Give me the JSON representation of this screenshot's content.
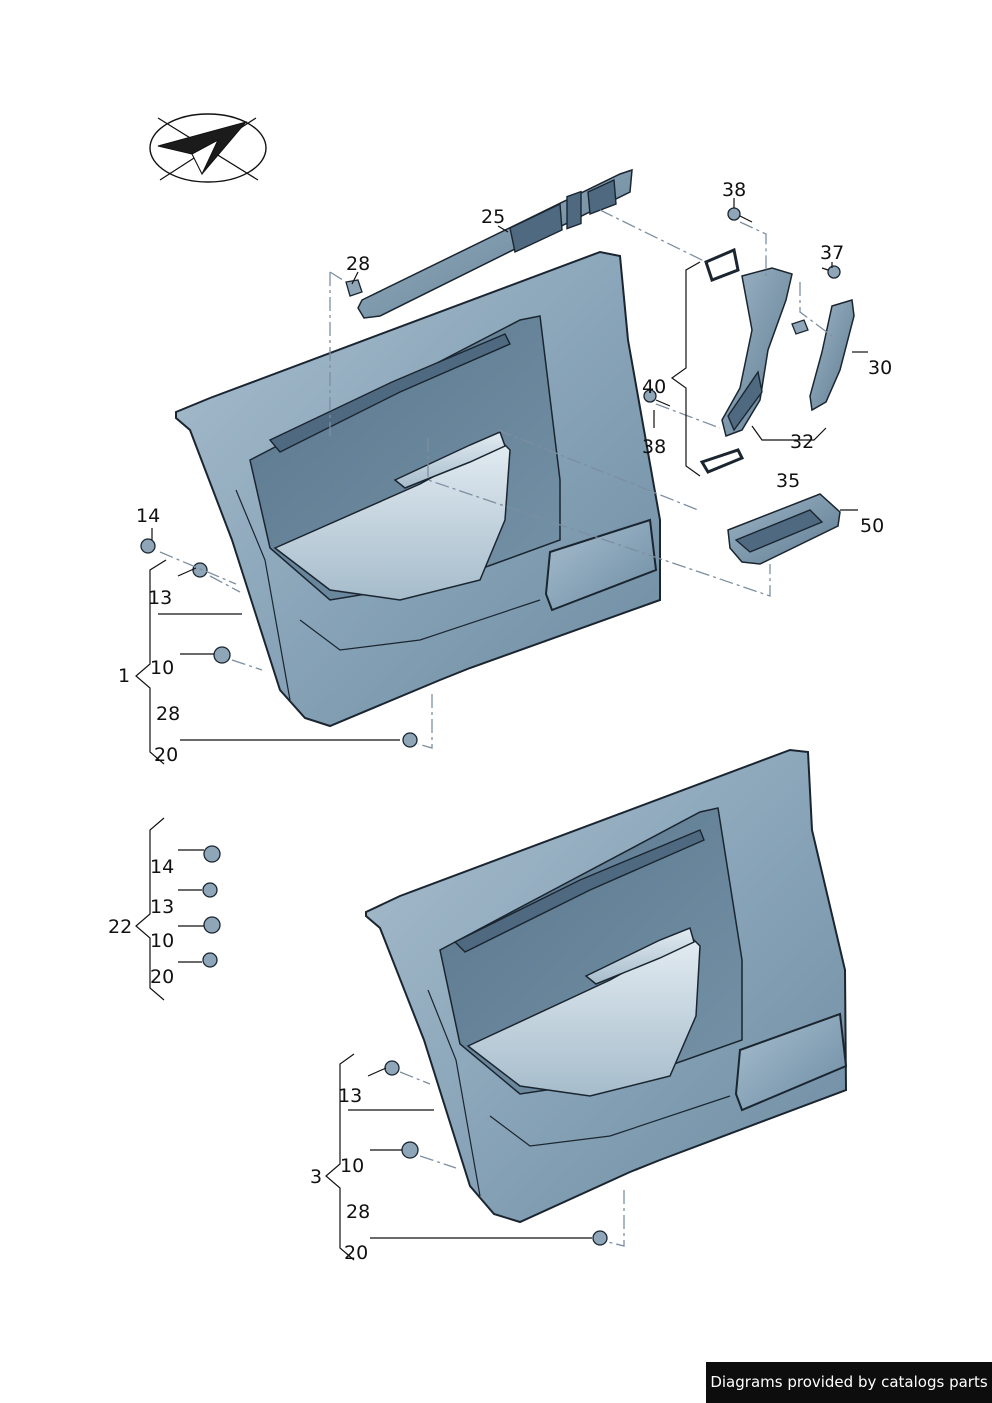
{
  "callouts": {
    "c25": "25",
    "c28a": "28",
    "c38a": "38",
    "c37": "37",
    "c30": "30",
    "c40": "40",
    "c38b": "38",
    "c32": "32",
    "c35": "35",
    "c50": "50",
    "c14a": "14",
    "c13a": "13",
    "c1": "1",
    "c10a": "10",
    "c28b": "28",
    "c20a": "20",
    "c14b": "14",
    "c13b": "13",
    "c22": "22",
    "c10b": "10",
    "c20b": "20",
    "c13c": "13",
    "c3": "3",
    "c10c": "10",
    "c28c": "28",
    "c20c": "20"
  },
  "footer": {
    "text": "Diagrams provided by catalogs parts"
  },
  "icons": {
    "logo": "direction-of-travel-arrow-icon"
  },
  "colors": {
    "panel": "#8fa9bc",
    "panel_dark": "#5f7d93",
    "panel_light": "#c3d3de",
    "dash": "#7c8ea0"
  }
}
